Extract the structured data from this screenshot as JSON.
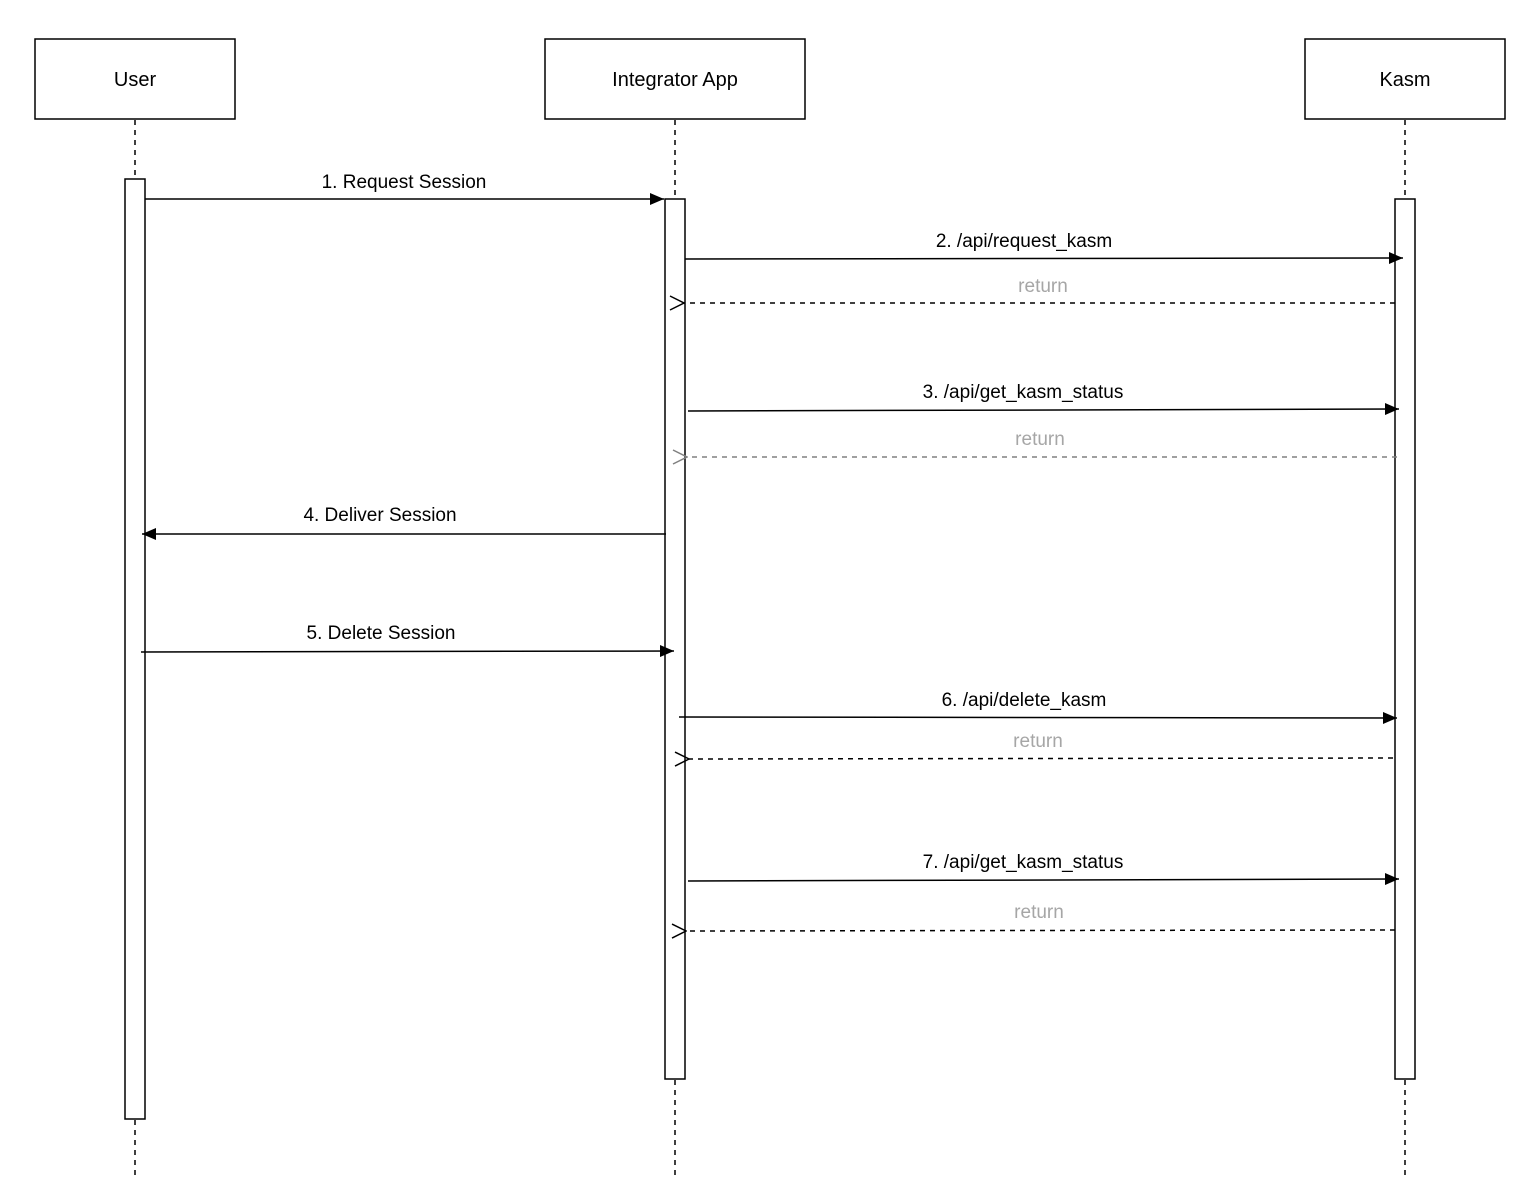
{
  "participants": [
    {
      "id": "user",
      "label": "User"
    },
    {
      "id": "app",
      "label": "Integrator App"
    },
    {
      "id": "kasm",
      "label": "Kasm"
    }
  ],
  "messages": [
    {
      "id": "m1",
      "label": "1. Request Session",
      "from": "user",
      "to": "app",
      "kind": "sync"
    },
    {
      "id": "m2",
      "label": "2. /api/request_kasm",
      "from": "app",
      "to": "kasm",
      "kind": "sync"
    },
    {
      "id": "r2",
      "label": "return",
      "from": "kasm",
      "to": "app",
      "kind": "return"
    },
    {
      "id": "m3",
      "label": "3. /api/get_kasm_status",
      "from": "app",
      "to": "kasm",
      "kind": "sync"
    },
    {
      "id": "r3",
      "label": "return",
      "from": "kasm",
      "to": "app",
      "kind": "return"
    },
    {
      "id": "m4",
      "label": "4. Deliver Session",
      "from": "app",
      "to": "user",
      "kind": "sync"
    },
    {
      "id": "m5",
      "label": "5. Delete Session",
      "from": "user",
      "to": "app",
      "kind": "sync"
    },
    {
      "id": "m6",
      "label": "6. /api/delete_kasm",
      "from": "app",
      "to": "kasm",
      "kind": "sync"
    },
    {
      "id": "r6",
      "label": "return",
      "from": "kasm",
      "to": "app",
      "kind": "return"
    },
    {
      "id": "m7",
      "label": "7. /api/get_kasm_status",
      "from": "app",
      "to": "kasm",
      "kind": "sync"
    },
    {
      "id": "r7",
      "label": "return",
      "from": "kasm",
      "to": "app",
      "kind": "return"
    }
  ],
  "colors": {
    "line": "#000000",
    "return_label": "#a6a6a6",
    "return_arrow_muted": "#808080",
    "background": "#ffffff"
  }
}
